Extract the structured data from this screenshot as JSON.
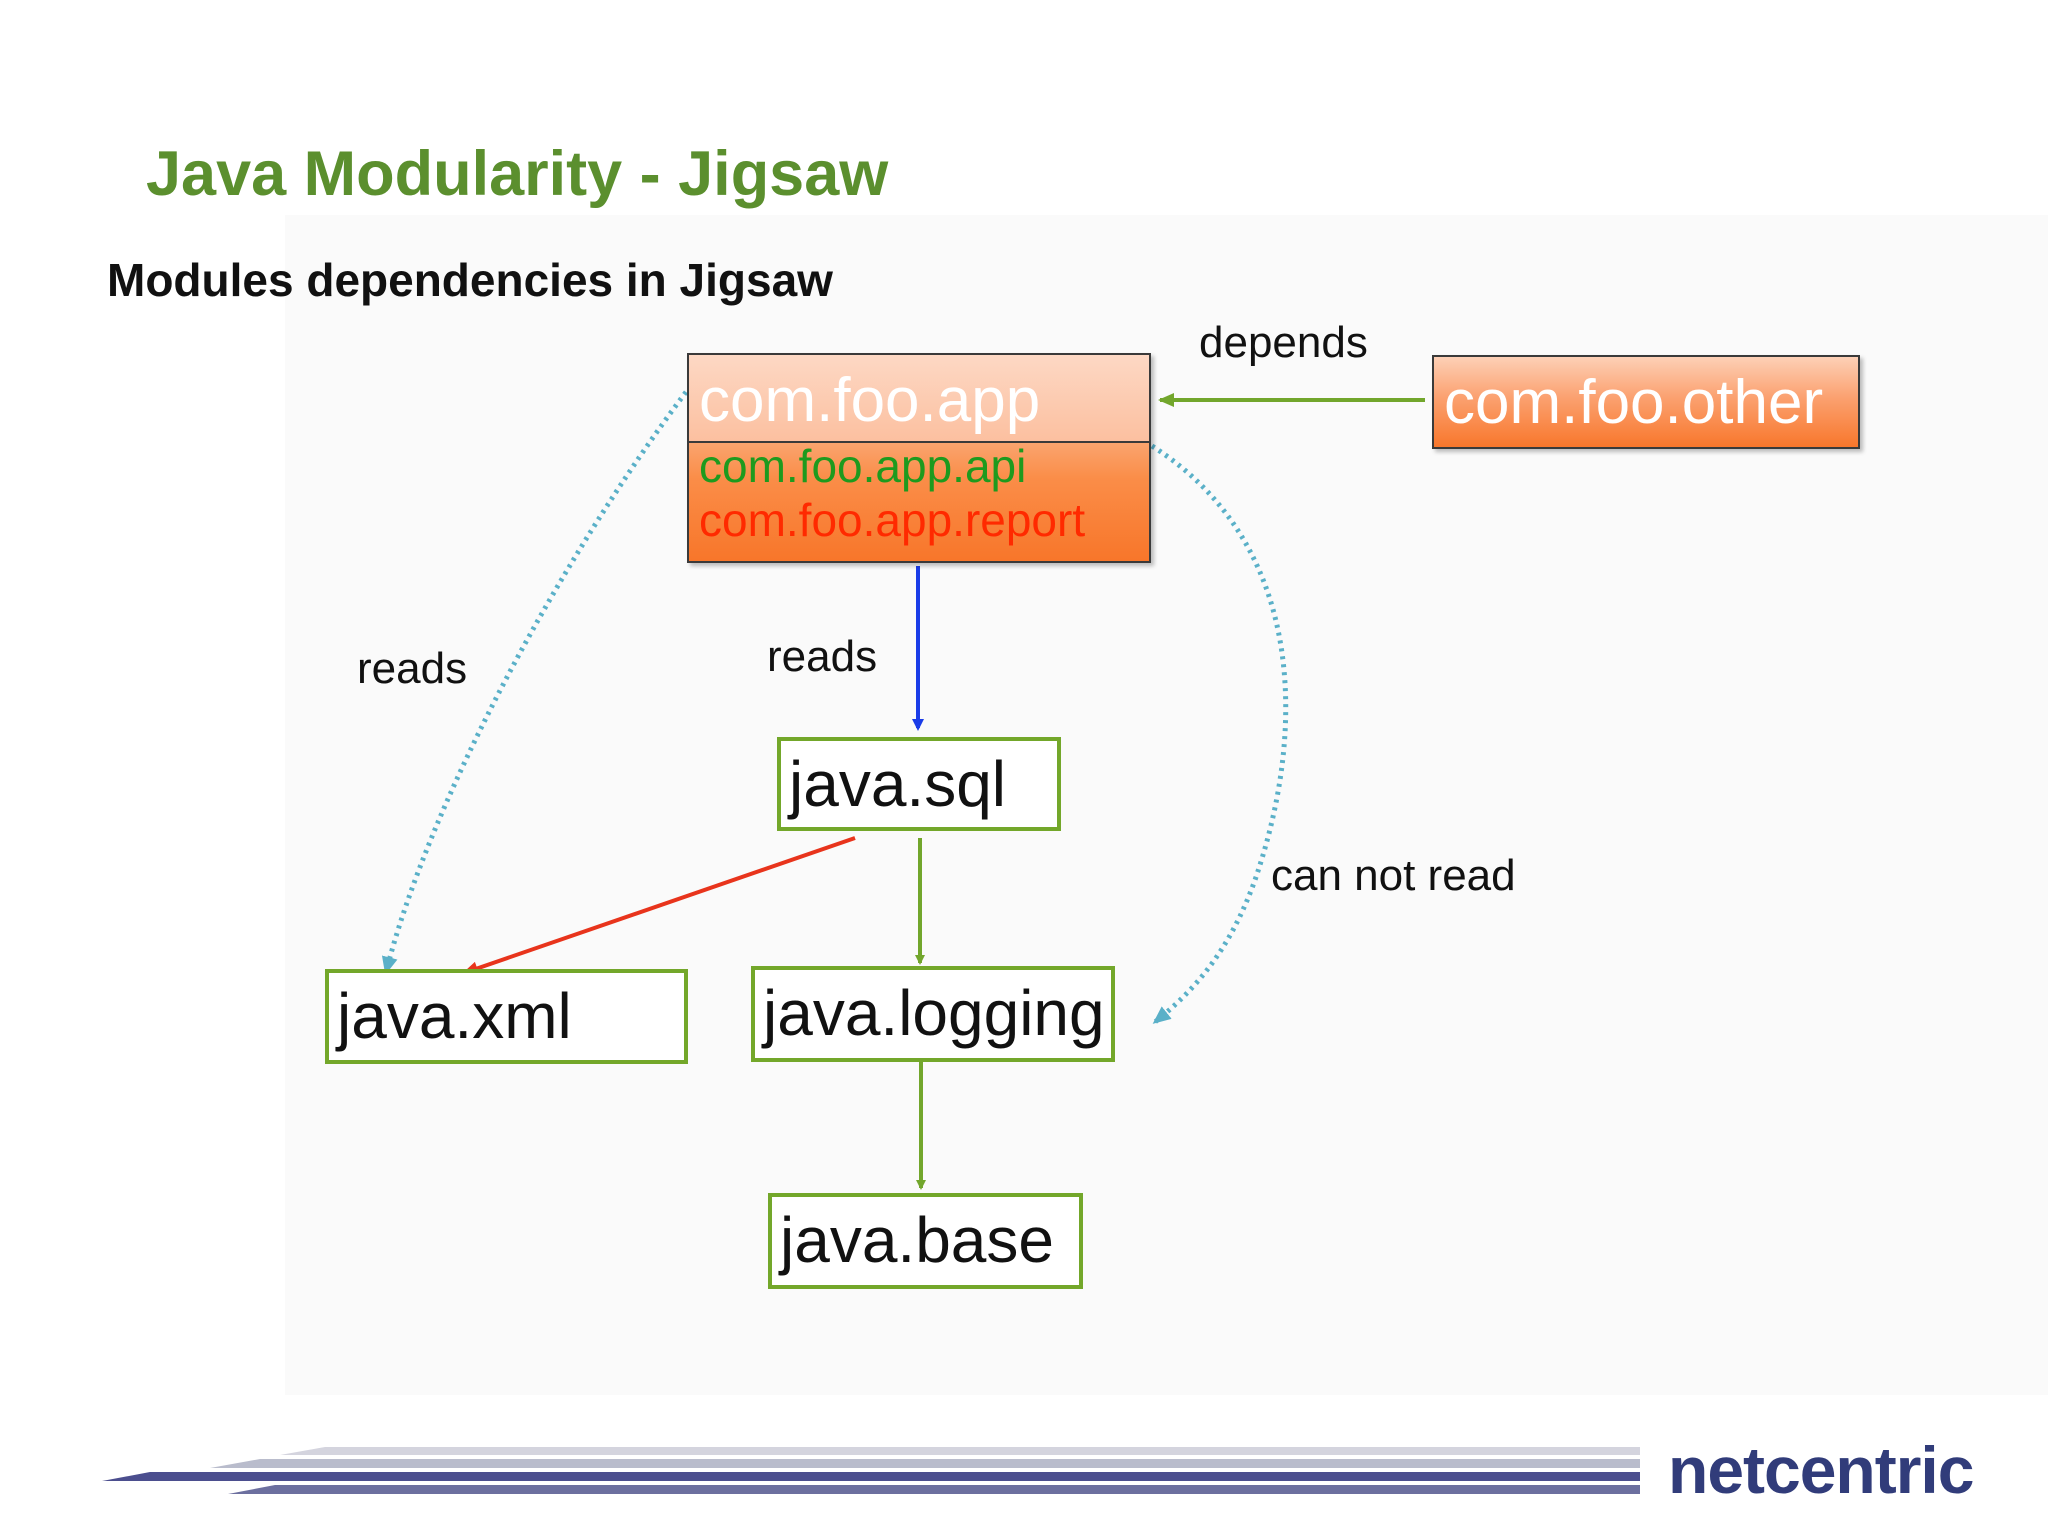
{
  "slide": {
    "title": "Java Modularity - Jigsaw",
    "subtitle": "Modules dependencies in Jigsaw"
  },
  "modules": {
    "app": {
      "name": "com.foo.app",
      "packages": [
        "com.foo.app.api",
        "com.foo.app.report"
      ],
      "package_colors": [
        "#1e9a1e",
        "#ff2a00"
      ]
    },
    "other": {
      "name": "com.foo.other"
    },
    "sql": {
      "name": "java.sql"
    },
    "xml": {
      "name": "java.xml"
    },
    "logging": {
      "name": "java.logging"
    },
    "base": {
      "name": "java.base"
    }
  },
  "edges": {
    "depends": {
      "label": "depends",
      "from": "com.foo.other",
      "to": "com.foo.app",
      "color": "#72a62c",
      "style": "solid"
    },
    "reads_xml": {
      "label": "reads",
      "from": "com.foo.app",
      "to": "java.xml",
      "color": "#5ab0c8",
      "style": "dotted"
    },
    "reads_sql": {
      "label": "reads",
      "from": "com.foo.app",
      "to": "java.sql",
      "color": "#1a3ce8",
      "style": "solid"
    },
    "cannot_read": {
      "label": "can not read",
      "from": "com.foo.app",
      "to": "java.logging",
      "color": "#5ab0c8",
      "style": "dotted"
    },
    "sql_xml": {
      "label": "",
      "from": "java.sql",
      "to": "java.xml",
      "color": "#e8341c",
      "style": "solid"
    },
    "sql_logging": {
      "label": "",
      "from": "java.sql",
      "to": "java.logging",
      "color": "#72a62c",
      "style": "solid"
    },
    "logging_base": {
      "label": "",
      "from": "java.logging",
      "to": "java.base",
      "color": "#72a62c",
      "style": "solid"
    }
  },
  "footer": {
    "logo": "netcentric"
  },
  "colors": {
    "title": "#5b8f2e",
    "java_box_border": "#73a72a",
    "logo": "#313c7a"
  }
}
